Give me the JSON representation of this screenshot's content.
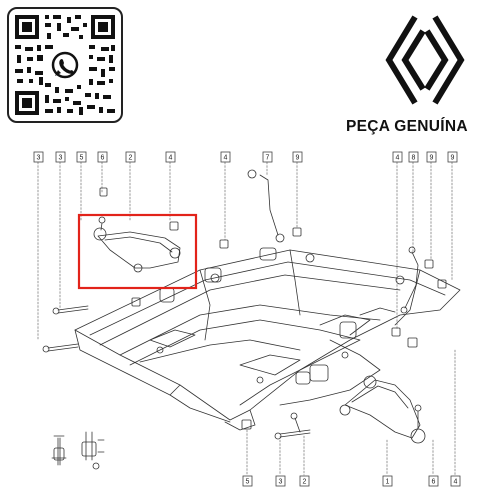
{
  "brand": {
    "tagline": "PEÇA GENUÍNA"
  },
  "icons": {
    "qr": "qr-code-icon",
    "whatsapp": "whatsapp-icon",
    "logo": "brand-logo-icon"
  },
  "colors": {
    "highlight": "#e2231a",
    "line": "#333333",
    "text": "#111111"
  },
  "callouts": {
    "top": [
      "3",
      "3",
      "5",
      "2",
      "6",
      "4",
      "4",
      "7",
      "9",
      "4",
      "8",
      "9",
      "9"
    ],
    "bottom": [
      "5",
      "3",
      "2",
      "1",
      "6",
      "4"
    ]
  }
}
